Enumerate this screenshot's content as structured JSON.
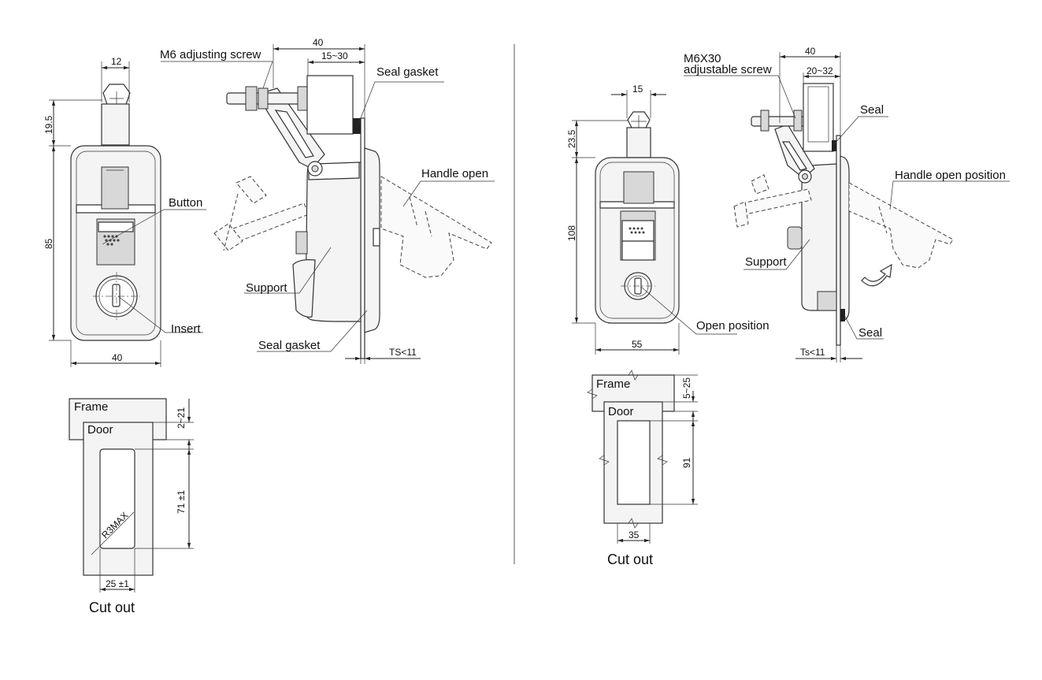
{
  "left_drawing": {
    "callouts": {
      "adjusting_screw": "M6 adjusting screw",
      "seal_gasket_top": "Seal gasket",
      "handle_open": "Handle open",
      "button": "Button",
      "support": "Support",
      "insert": "Insert",
      "seal_gasket_bottom": "Seal gasket"
    },
    "dimensions": {
      "bar_width": "12",
      "bar_height": "19.5",
      "body_height": "85",
      "body_width": "40",
      "side_width": "40",
      "adjust_range": "15~30",
      "thickness": "TS<11"
    },
    "cutout": {
      "frame": "Frame",
      "door": "Door",
      "frame_gap": "2~21",
      "height": "71 ±1",
      "radius": "R3MAX",
      "width": "25 ±1",
      "title": "Cut out"
    }
  },
  "right_drawing": {
    "callouts": {
      "screw_line1": "M6X30",
      "screw_line2": "adjustable screw",
      "seal_top": "Seal",
      "handle_open": "Handle open position",
      "support": "Support",
      "open_position": "Open position",
      "seal_bottom": "Seal"
    },
    "dimensions": {
      "bar_width": "15",
      "bar_height": "23.5",
      "body_height": "108",
      "body_width": "55",
      "side_width": "40",
      "adjust_range": "20~32",
      "thickness": "Ts<11"
    },
    "cutout": {
      "frame": "Frame",
      "door": "Door",
      "frame_gap": "5~25",
      "height": "91",
      "width": "35",
      "title": "Cut out"
    }
  }
}
